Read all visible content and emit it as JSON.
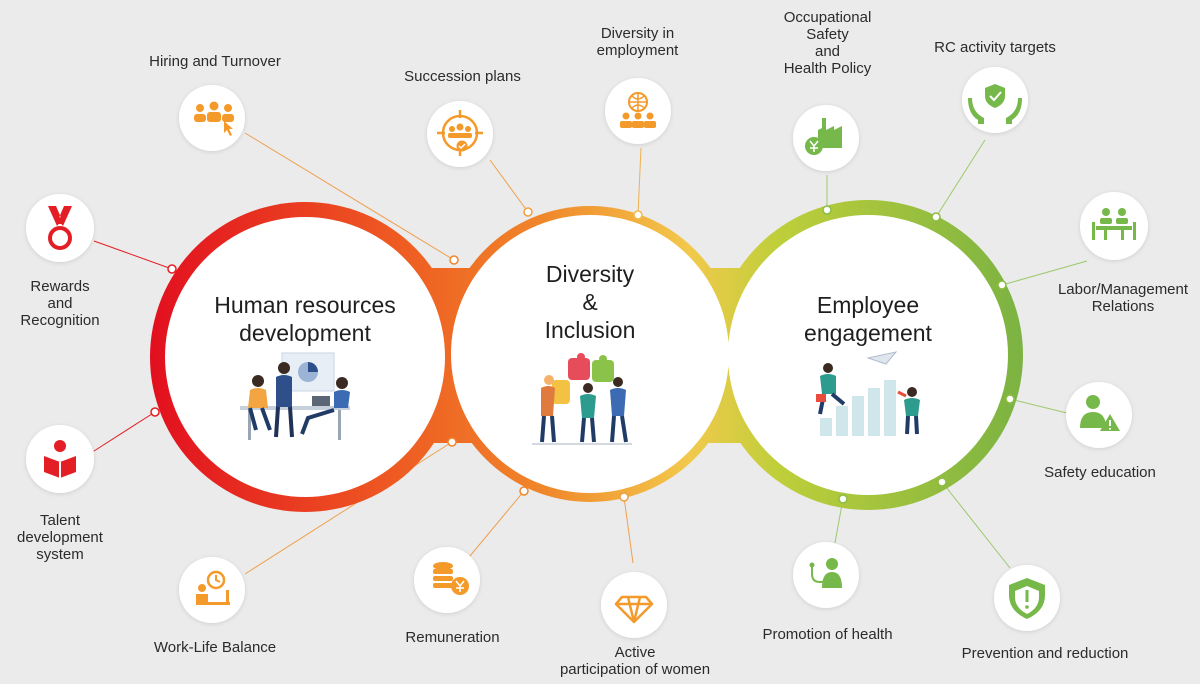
{
  "core_topics": [
    {
      "title": "Human resources\ndevelopment",
      "color": "#e31e24"
    },
    {
      "title": "Diversity\n&\nInclusion",
      "color": "#ef8a2a"
    },
    {
      "title": "Employee\nengagement",
      "color": "#7cb342"
    }
  ],
  "items": [
    {
      "label": "Hiring and Turnover",
      "icon": "people-pointer-icon"
    },
    {
      "label": "Rewards\nand\nRecognition",
      "icon": "medal-icon"
    },
    {
      "label": "Talent\ndevelopment\nsystem",
      "icon": "reading-person-icon"
    },
    {
      "label": "Work-Life Balance",
      "icon": "desk-clock-icon"
    },
    {
      "label": "Succession plans",
      "icon": "target-people-icon"
    },
    {
      "label": "Diversity in\nemployment",
      "icon": "globe-people-icon"
    },
    {
      "label": "Remuneration",
      "icon": "coins-yen-icon"
    },
    {
      "label": "Active\nparticipation of women",
      "icon": "diamond-icon"
    },
    {
      "label": "Occupational\nSafety\nand\nHealth Policy",
      "icon": "factory-yen-icon"
    },
    {
      "label": "RC activity targets",
      "icon": "hands-shield-icon"
    },
    {
      "label": "Labor/Management\nRelations",
      "icon": "meeting-table-icon"
    },
    {
      "label": "Safety education",
      "icon": "person-warning-icon"
    },
    {
      "label": "Promotion of health",
      "icon": "stethoscope-person-icon"
    },
    {
      "label": "Prevention and reduction",
      "icon": "shield-exclamation-icon"
    }
  ],
  "colors": {
    "red": "#e31e24",
    "orange": "#ef8a2a",
    "yellow": "#f2c94c",
    "green": "#7cb342",
    "icon_orange": "#f39a2b",
    "icon_green": "#77b84a",
    "background": "#ebebeb"
  }
}
